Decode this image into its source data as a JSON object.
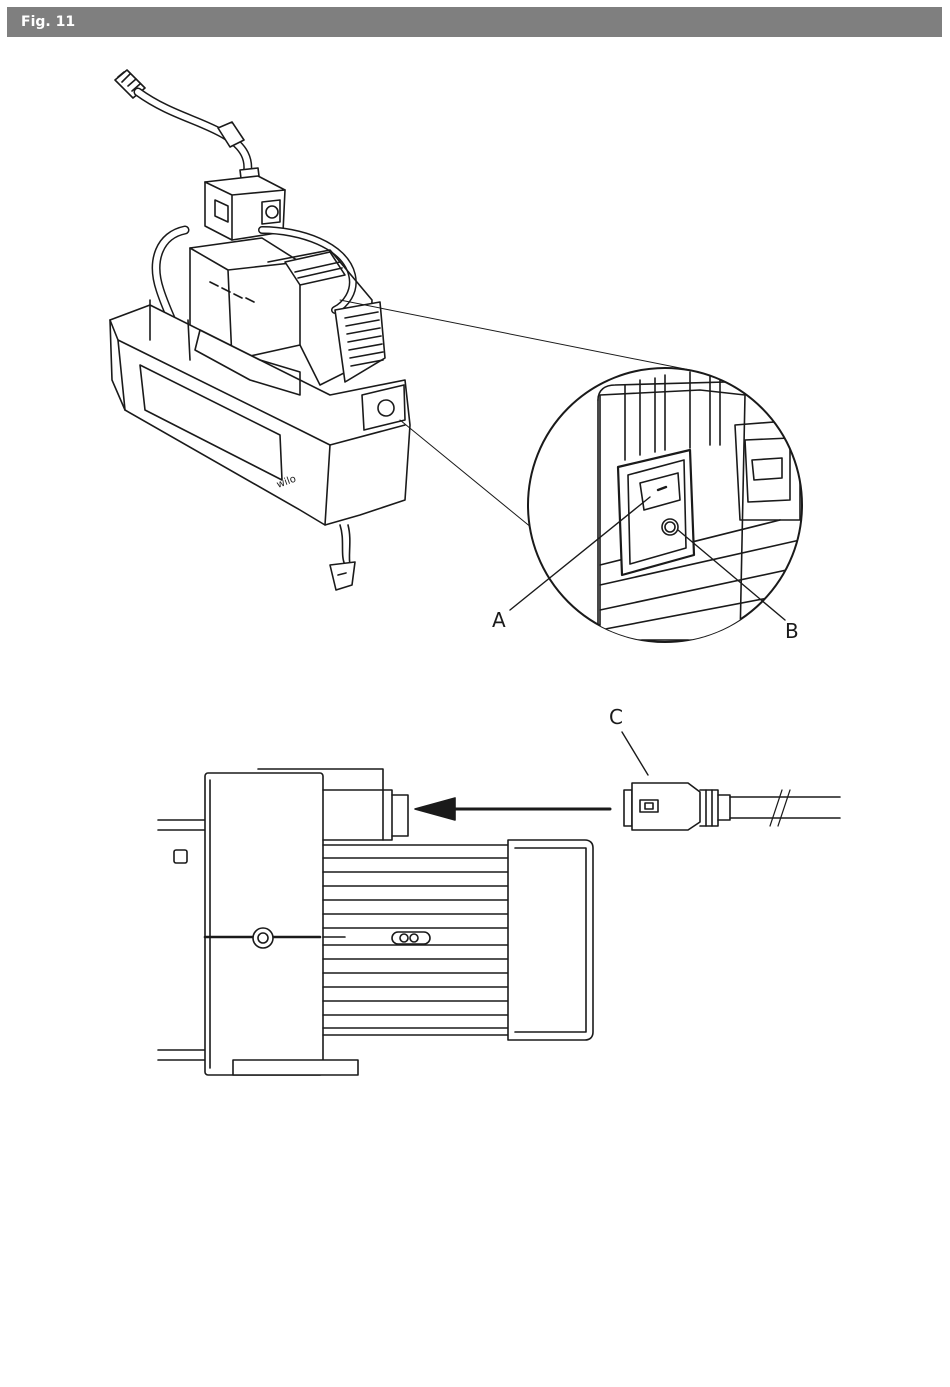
{
  "header": {
    "title": "Fig. 11"
  },
  "callouts": {
    "a": "A",
    "b": "B",
    "c": "C"
  },
  "logo_text": "wilo",
  "colors": {
    "header_bg": "#7f7f7f",
    "header_text": "#ffffff",
    "line": "#1a1a1a"
  }
}
